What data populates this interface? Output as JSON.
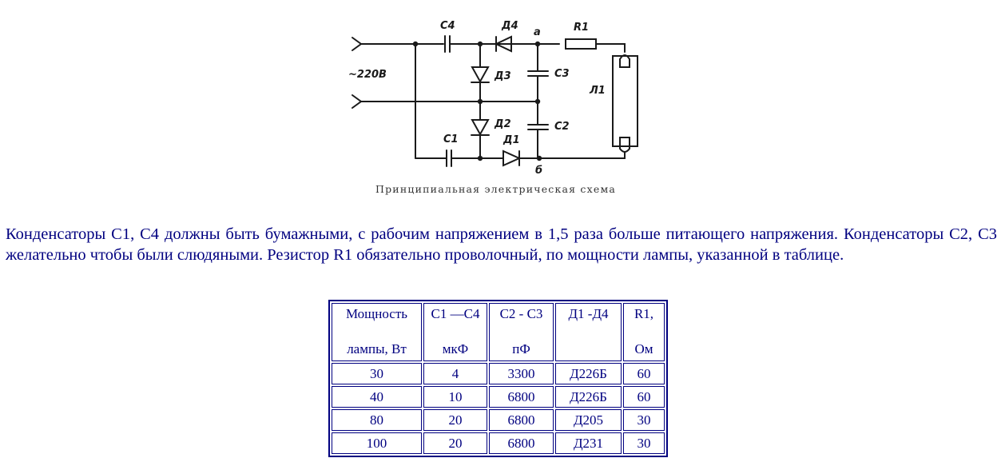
{
  "schematic": {
    "caption": "Принципиальная электрическая схема",
    "labels": {
      "voltage": "~220В",
      "c1": "С1",
      "c2": "С2",
      "c3": "С3",
      "c4": "С4",
      "d1": "Д1",
      "d2": "Д2",
      "d3": "Д3",
      "d4": "Д4",
      "r1": "R1",
      "lamp": "Л1",
      "node_a": "а",
      "node_b": "б"
    }
  },
  "paragraph": "Конденсаторы С1, С4 должны быть бумажными, с рабочим напряжением в 1,5 раза больше питающего напряжения. Конденсаторы С2, С3 желательно чтобы были слюдяными. Резистор R1 обязательно проволочный, по мощности лампы, указанной в таблице.",
  "table": {
    "headers": [
      {
        "line1": "Мощность",
        "line2": "лампы, Вт"
      },
      {
        "line1": "С1 —С4",
        "line2": "мкФ"
      },
      {
        "line1": "С2 - С3",
        "line2": "пФ"
      },
      {
        "line1": "Д1 -Д4",
        "line2": ""
      },
      {
        "line1": "R1,",
        "line2": "Ом"
      }
    ],
    "rows": [
      [
        "30",
        "4",
        "3300",
        "Д226Б",
        "60"
      ],
      [
        "40",
        "10",
        "6800",
        "Д226Б",
        "60"
      ],
      [
        "80",
        "20",
        "6800",
        "Д205",
        "30"
      ],
      [
        "100",
        "20",
        "6800",
        "Д231",
        "30"
      ]
    ]
  },
  "colors": {
    "text": "#000080",
    "schematic_ink": "#1a1a1a"
  }
}
